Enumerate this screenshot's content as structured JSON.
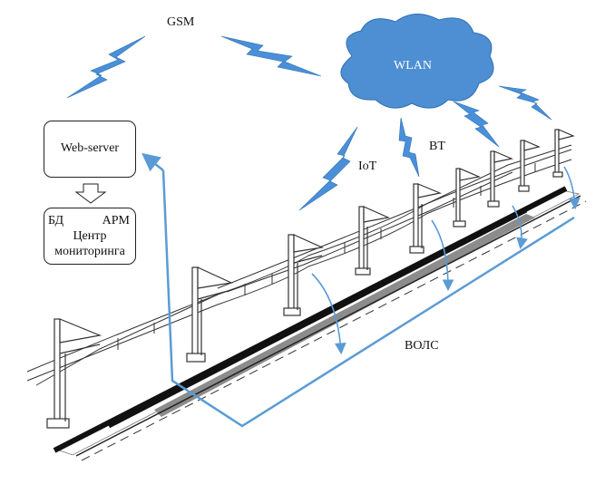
{
  "labels": {
    "gsm": "GSM",
    "wlan": "WLAN",
    "iot": "IoT",
    "bt": "BT",
    "vols": "ВОЛС",
    "web_server": "Web-server",
    "bd": "БД",
    "arm": "АРМ",
    "centr": "Центр",
    "monitoring": "мониторинга"
  },
  "colors": {
    "wireless_blue": "#4a90d9",
    "cloud_blue": "#4e8fd4",
    "fiber_line": "#5a9bd5",
    "rail_black": "#111111",
    "ballast_gray": "#8c8c8c"
  }
}
